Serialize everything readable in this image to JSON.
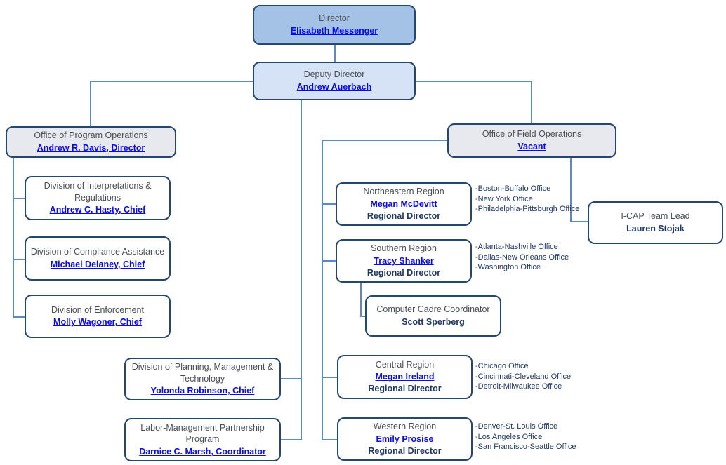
{
  "chart": {
    "nodes": {
      "director": {
        "title": "Director",
        "person": "Elisabeth Messenger"
      },
      "deputy": {
        "title": "Deputy Director",
        "person": "Andrew Auerbach"
      },
      "program_ops": {
        "title": "Office of Program Operations",
        "person": "Andrew R. Davis, Director"
      },
      "interpretations": {
        "title": "Division of Interpretations & Regulations",
        "person": "Andrew C. Hasty, Chief"
      },
      "compliance": {
        "title": "Division of Compliance Assistance",
        "person": "Michael Delaney, Chief"
      },
      "enforcement": {
        "title": "Division of Enforcement",
        "person": "Molly Wagoner, Chief"
      },
      "planning": {
        "title": "Division of Planning, Management & Technology",
        "person": "Yolonda Robinson, Chief"
      },
      "labor": {
        "title": "Labor-Management Partnership Program",
        "person": "Darnice C. Marsh, Coordinator"
      },
      "field_ops": {
        "title": "Office of Field Operations",
        "person": "Vacant"
      },
      "northeastern": {
        "title": "Northeastern Region",
        "person": "Megan McDevitt",
        "role": "Regional Director"
      },
      "southern": {
        "title": "Southern Region",
        "person": "Tracy Shanker",
        "role": "Regional Director"
      },
      "cadre": {
        "title": "Computer Cadre Coordinator",
        "person": "Scott Sperberg"
      },
      "central": {
        "title": "Central Region",
        "person": "Megan Ireland",
        "role": "Regional Director"
      },
      "western": {
        "title": "Western Region",
        "person": "Emily Prosise",
        "role": "Regional Director"
      },
      "icap": {
        "title": "I-CAP Team Lead",
        "person": "Lauren Stojak"
      }
    },
    "offices": {
      "northeastern": [
        "-Boston-Buffalo Office",
        "-New York Office",
        "-Philadelphia-Pittsburgh Office"
      ],
      "southern": [
        "-Atlanta-Nashville Office",
        "-Dallas-New Orleans Office",
        "-Washington Office"
      ],
      "central": [
        "-Chicago Office",
        "-Cincinnati-Cleveland Office",
        "-Detroit-Milwaukee Office"
      ],
      "western": [
        "-Denver-St. Louis Office",
        "-Los Angeles Office",
        "-San Francisco-Seattle Office"
      ]
    },
    "colors": {
      "director_fill": "#a3c2e5",
      "deputy_fill": "#d6e2f6",
      "office_fill": "#e8e9ee",
      "box_border": "#24466f",
      "link": "#0909ee",
      "connector": "#5b8ac2",
      "title_text": "#4a4d55",
      "navy_text": "#1f3864"
    }
  }
}
